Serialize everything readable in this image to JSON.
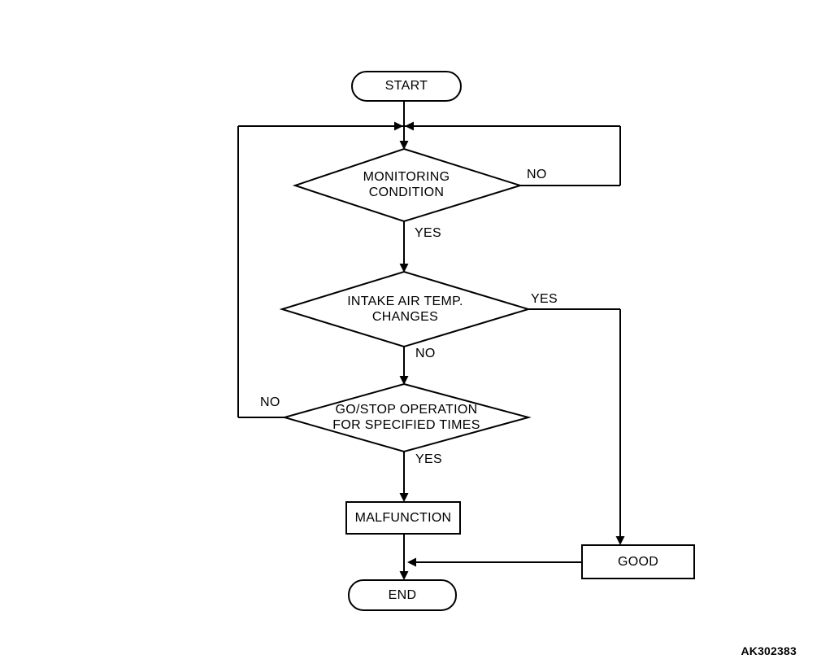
{
  "diagram": {
    "nodes": {
      "start": {
        "label": "START"
      },
      "monitoring_condition": {
        "label": "MONITORING\nCONDITION"
      },
      "intake_air_temp": {
        "label": "INTAKE AIR TEMP.\nCHANGES"
      },
      "go_stop_operation": {
        "label": "GO/STOP OPERATION\nFOR SPECIFIED TIMES"
      },
      "malfunction": {
        "label": "MALFUNCTION"
      },
      "good": {
        "label": "GOOD"
      },
      "end": {
        "label": "END"
      }
    },
    "edges": [
      {
        "from": "start",
        "to": "monitoring_condition",
        "label": ""
      },
      {
        "from": "monitoring_condition",
        "to": "monitoring_condition",
        "label": "NO"
      },
      {
        "from": "monitoring_condition",
        "to": "intake_air_temp",
        "label": "YES"
      },
      {
        "from": "intake_air_temp",
        "to": "good",
        "label": "YES"
      },
      {
        "from": "intake_air_temp",
        "to": "go_stop_operation",
        "label": "NO"
      },
      {
        "from": "go_stop_operation",
        "to": "monitoring_condition",
        "label": "NO"
      },
      {
        "from": "go_stop_operation",
        "to": "malfunction",
        "label": "YES"
      },
      {
        "from": "malfunction",
        "to": "end",
        "label": ""
      },
      {
        "from": "good",
        "to": "end",
        "label": ""
      }
    ],
    "figure_code": "AK302383",
    "colors": {
      "line": "#000000",
      "background": "#ffffff",
      "text": "#000000"
    }
  }
}
